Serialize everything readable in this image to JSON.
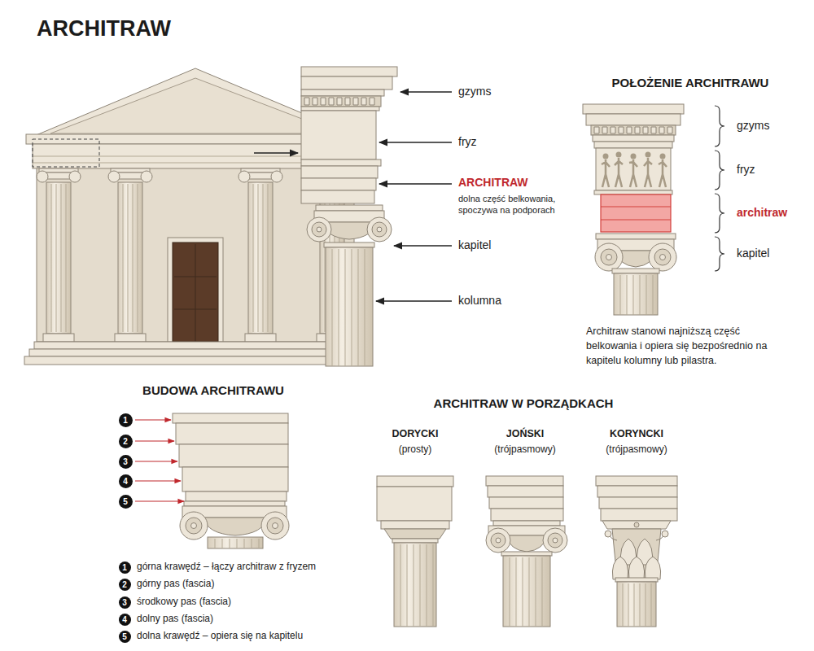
{
  "diagram": {
    "title": "ARCHITRAW",
    "nodes": [
      {
        "text": [
          "1"
        ]
      },
      {
        "text": [
          "2"
        ]
      },
      {
        "text": [
          "3"
        ]
      },
      {
        "text": [
          "4"
        ]
      },
      {
        "text": [
          "5"
        ]
      },
      {
        "text": [
          "1"
        ]
      },
      {
        "text": [
          "2"
        ]
      },
      {
        "text": [
          "3"
        ]
      },
      {
        "text": [
          "4"
        ]
      },
      {
        "text": [
          "5"
        ]
      }
    ],
    "labels": [
      "gzyms",
      "fryz",
      "ARCHITRAW",
      "dolna część belkowania, spoczywa na podporach",
      "kapitel",
      "kolumna",
      "POŁOŻENIE ARCHITRAWU",
      "gzyms",
      "fryz",
      "architraw",
      "kapitel",
      "Architraw stanowi najniższą część belkowania i opiera się bezpośrednio na kapitelu kolumny lub pilastra.",
      "BUDOWA ARCHITRAWU",
      "górna krawędź – łączy architraw z fryzem",
      "górny pas (fascia)",
      "środkowy pas (fascia)",
      "dolny pas (fascia)",
      "dolna krawędź – opiera się na kapitelu",
      "ARCHITRAW W PORZĄDKACH",
      "DORYCKI",
      "(prosty)",
      "JOŃSKI",
      "(trójpasmowy)",
      "KORYNCKI",
      "(trójpasmowy)"
    ]
  }
}
